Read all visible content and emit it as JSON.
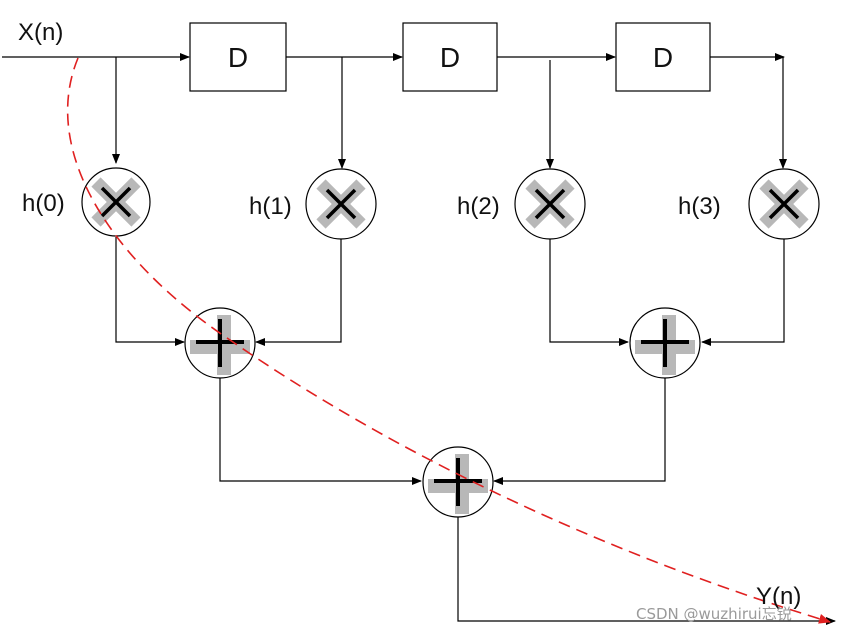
{
  "input_label": "X(n)",
  "output_label": "Y(n)",
  "delay_label": "D",
  "coefficients": [
    "h(0)",
    "h(1)",
    "h(2)",
    "h(3)"
  ],
  "watermark": "CSDN @wuzhirui忘锐",
  "colors": {
    "path_dashed": "#e02020",
    "node_shadow": "#b8b8b8",
    "stroke": "#000000"
  }
}
